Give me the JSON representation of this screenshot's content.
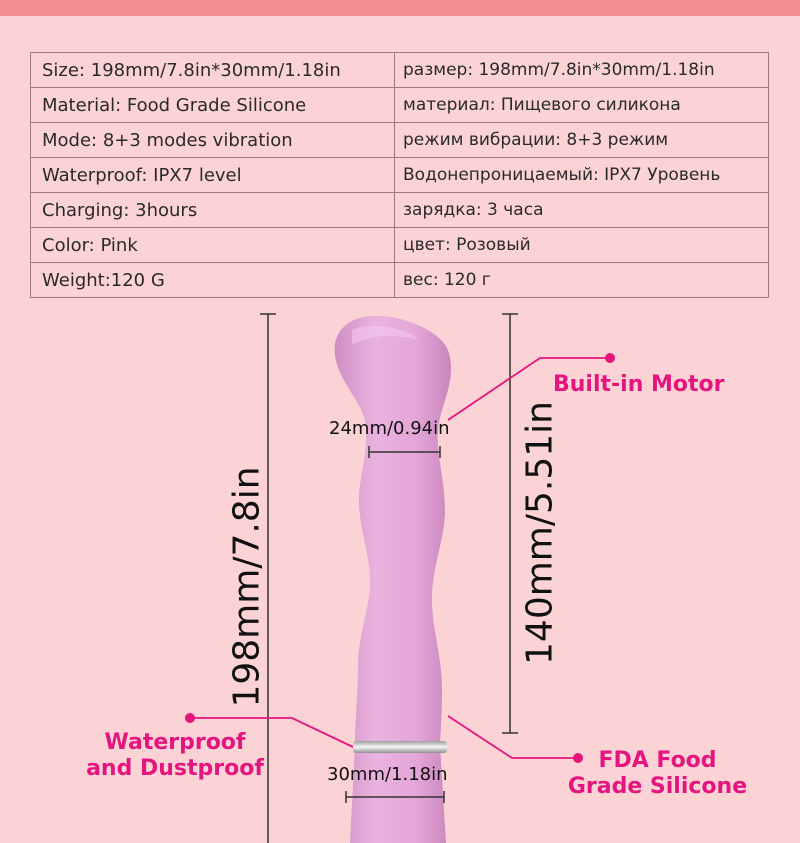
{
  "specs": [
    {
      "en": "Size: 198mm/7.8in*30mm/1.18in",
      "ru": "размер: 198mm/7.8in*30mm/1.18in"
    },
    {
      "en": "Material: Food Grade Silicone",
      "ru": "материал: Пищевого силикона"
    },
    {
      "en": "Mode: 8+3 modes vibration",
      "ru": "режим вибрации: 8+3 режим"
    },
    {
      "en": "Waterproof: IPX7 level",
      "ru": "Водонепроницаемый: IPX7 Уровень"
    },
    {
      "en": "Charging: 3hours",
      "ru": "зарядка: 3 часа"
    },
    {
      "en": "Color: Pink",
      "ru": "цвет: Розовый"
    },
    {
      "en": "Weight:120 G",
      "ru": "вес: 120 г"
    }
  ],
  "dimensions": {
    "total_length": "198mm/7.8in",
    "insertable_length": "140mm/5.51in",
    "head_width": "24mm/0.94in",
    "base_width": "30mm/1.18in"
  },
  "callouts": {
    "motor": "Built-in Motor",
    "waterproof_line1": "Waterproof",
    "waterproof_line2": "and Dustproof",
    "fda_line1": "FDA Food",
    "fda_line2": "Grade Silicone"
  },
  "colors": {
    "background": "#fbd3d5",
    "callout": "#e5157f",
    "product": "#e8a9dc",
    "banner": "#f28e92"
  }
}
